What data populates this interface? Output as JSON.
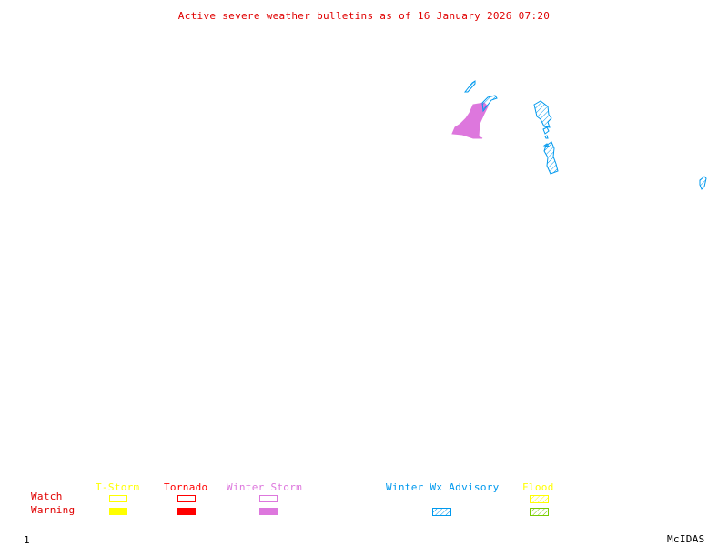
{
  "title": "Active severe weather bulletins as of 16 January 2026 07:20",
  "frame_number": "1",
  "software_label": "McIDAS",
  "colors": {
    "title": "#e00000",
    "tstorm": "#ffff00",
    "tornado": "#ff0000",
    "winter_storm": "#dd77dd",
    "winter_wx_advisory": "#0099ee",
    "flood_watch": "#ffff00",
    "flood_warning": "#77cc00"
  },
  "legend": {
    "row_labels": {
      "watch": "Watch",
      "warning": "Warning"
    },
    "columns": [
      {
        "label": "T-Storm",
        "watch": "outline",
        "warning": "filled"
      },
      {
        "label": "Tornado",
        "watch": "outline",
        "warning": "filled"
      },
      {
        "label": "Winter Storm",
        "watch": "outline",
        "warning": "filled"
      },
      {
        "label": "Winter Wx Advisory",
        "watch": null,
        "warning": "hatched"
      },
      {
        "label": "Flood",
        "watch": "hatched",
        "warning": "hatched"
      }
    ]
  },
  "map_regions": [
    {
      "type": "Winter Storm Warning",
      "style": "filled",
      "location": "center-north"
    },
    {
      "type": "Winter Wx Advisory",
      "style": "outline/hatched",
      "location": "center-north"
    },
    {
      "type": "Winter Wx Advisory",
      "style": "hatched",
      "location": "north-east"
    },
    {
      "type": "Winter Wx Advisory",
      "style": "hatched",
      "location": "east edge"
    }
  ]
}
